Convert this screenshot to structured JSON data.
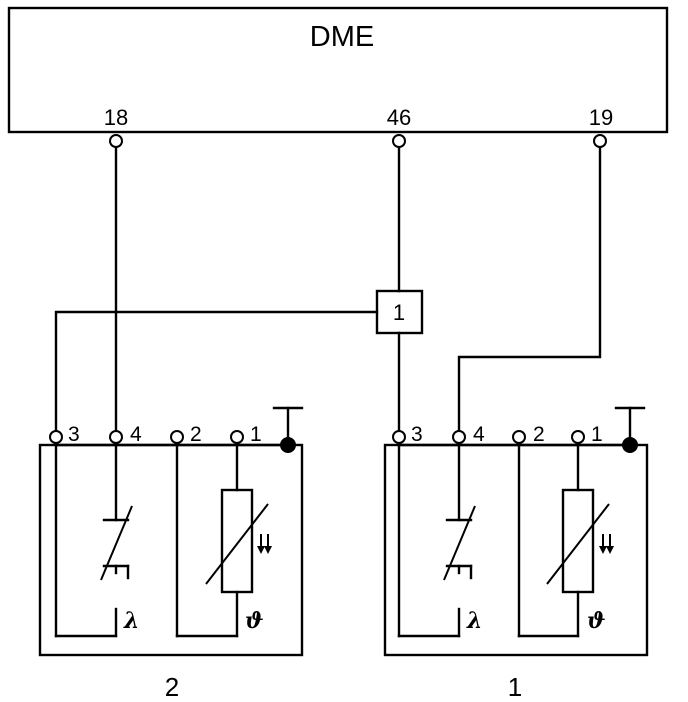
{
  "controller": {
    "label": "DME"
  },
  "dme_pins": [
    "18",
    "46",
    "19"
  ],
  "junction": {
    "label": "1"
  },
  "sensors": [
    {
      "label": "2",
      "terminals": [
        "3",
        "4",
        "2",
        "1"
      ],
      "switch_symbol": "λ",
      "heater_symbol": "ϑ"
    },
    {
      "label": "1",
      "terminals": [
        "3",
        "4",
        "2",
        "1"
      ],
      "switch_symbol": "λ",
      "heater_symbol": "ϑ"
    }
  ],
  "colors": {
    "line": "#000000",
    "background": "#ffffff"
  }
}
